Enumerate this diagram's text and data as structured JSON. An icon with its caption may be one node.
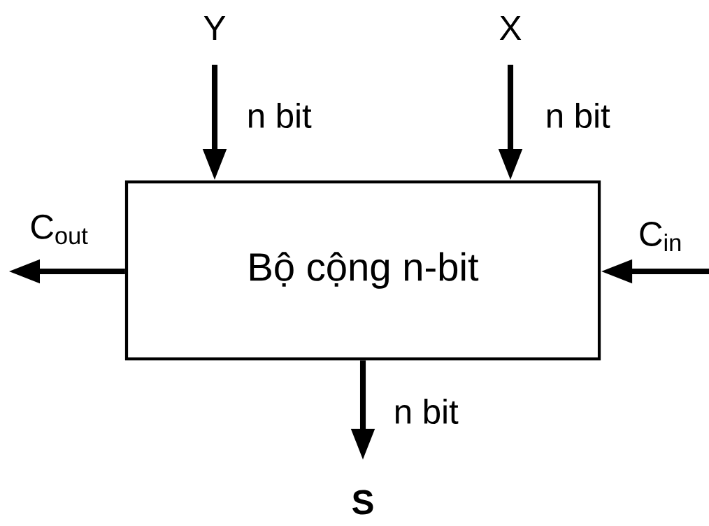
{
  "diagram": {
    "nodes": [
      {
        "text": [
          "Bộ cộng n-bit"
        ]
      },
      {
        "text": [
          "Y"
        ]
      },
      {
        "text": [
          "X"
        ]
      },
      {
        "text": [
          "S"
        ]
      }
    ],
    "edges": [
      {
        "from": 1,
        "to": 0,
        "arrow": "to",
        "label": "n bit"
      },
      {
        "from": 2,
        "to": 0,
        "arrow": "to",
        "label": "n bit"
      },
      {
        "from": 0,
        "to": 3,
        "arrow": "to",
        "label": "n bit"
      },
      {
        "from": 0,
        "to": null,
        "arrow": "to",
        "label": "C$_{out}$"
      },
      {
        "from": null,
        "to": 0,
        "arrow": "to",
        "label": "C$_{in}$"
      }
    ]
  }
}
